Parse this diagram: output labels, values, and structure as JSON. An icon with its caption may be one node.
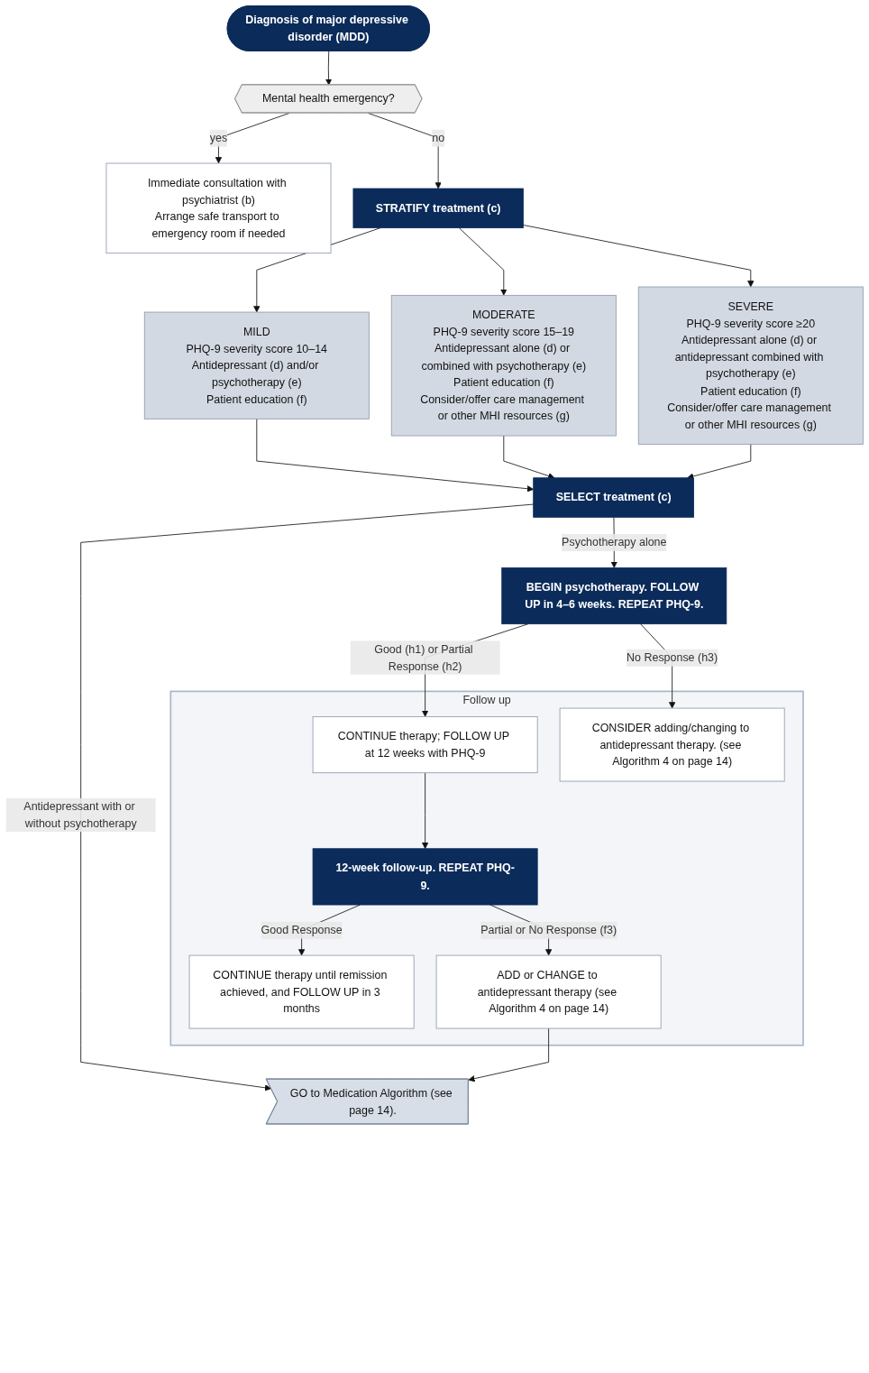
{
  "diagram": {
    "nodes": [
      {
        "text": [
          "Diagnosis of major depressive disorder (MDD)"
        ]
      },
      {
        "text": [
          "Mental health emergency?"
        ]
      },
      {
        "text": [
          "Immediate consultation with psychiatrist (b)",
          "Arrange safe transport to emergency room if needed"
        ]
      },
      {
        "text": [
          "STRATIFY treatment (c)"
        ]
      },
      {
        "text": [
          "MILD",
          "PHQ-9 severity score 10–14",
          "Antidepressant (d) and/or psychotherapy (e)",
          "Patient education (f)"
        ]
      },
      {
        "text": [
          "MODERATE",
          "PHQ-9 severity score 15–19",
          "Antidepressant alone (d) or combined with psychotherapy (e)",
          "Patient education (f)",
          "Consider/offer care management or other MHI resources (g)"
        ]
      },
      {
        "text": [
          "SEVERE",
          "PHQ-9 severity score ≥20",
          "Antidepressant alone (d) or antidepressant combined with psychotherapy (e)",
          "Patient education (f)",
          "Consider/offer care management or other MHI resources (g)"
        ]
      },
      {
        "text": [
          "SELECT treatment (c)"
        ]
      },
      {
        "text": [
          "BEGIN psychotherapy. FOLLOW UP in 4–6 weeks. REPEAT PHQ-9."
        ]
      },
      {
        "text": [
          "GO to Medication Algorithm (see page 14)."
        ]
      },
      {
        "text": [
          "Follow up"
        ]
      },
      {
        "text": [
          "CONTINUE therapy; FOLLOW UP at 12 weeks with PHQ-9"
        ],
        "in": 10
      },
      {
        "text": [
          "CONSIDER adding/changing to antidepressant therapy. (see Algorithm 4 on page 14)"
        ],
        "in": 10
      },
      {
        "text": [
          "12-week follow-up. REPEAT PHQ-9."
        ],
        "in": 10
      },
      {
        "text": [
          "CONTINUE therapy until remission achieved, and FOLLOW UP in 3 months"
        ],
        "in": 10
      },
      {
        "text": [
          "ADD or CHANGE to antidepressant therapy (see Algorithm 4 on page 14)"
        ],
        "in": 10
      }
    ],
    "edges": [
      {
        "from": 0,
        "to": 1,
        "arrow": "to"
      },
      {
        "from": 1,
        "to": 2,
        "arrow": "to",
        "label": "yes"
      },
      {
        "from": 1,
        "to": 3,
        "arrow": "to",
        "label": "no"
      },
      {
        "from": 3,
        "to": 4,
        "arrow": "to"
      },
      {
        "from": 3,
        "to": 5,
        "arrow": "to"
      },
      {
        "from": 3,
        "to": 6,
        "arrow": "to"
      },
      {
        "from": 4,
        "to": 7,
        "arrow": "to"
      },
      {
        "from": 5,
        "to": 7,
        "arrow": "to"
      },
      {
        "from": 6,
        "to": 7,
        "arrow": "to"
      },
      {
        "from": 7,
        "to": 8,
        "arrow": "to",
        "label": "Psychotherapy alone"
      },
      {
        "from": 7,
        "to": 9,
        "arrow": "to",
        "label": "Antidepressant with or without psychotherapy"
      },
      {
        "from": 8,
        "to": 11,
        "arrow": "to",
        "label": "Good (h1) or Partial Response (h2)"
      },
      {
        "from": 8,
        "to": 12,
        "arrow": "to",
        "label": "No Response (h3)"
      },
      {
        "from": 11,
        "to": 13,
        "arrow": "to"
      },
      {
        "from": 13,
        "to": 14,
        "arrow": "to",
        "label": "Good Response"
      },
      {
        "from": 13,
        "to": 15,
        "arrow": "to",
        "label": "Partial or No Response (f3)"
      },
      {
        "from": 15,
        "to": 9,
        "arrow": "to"
      }
    ]
  }
}
